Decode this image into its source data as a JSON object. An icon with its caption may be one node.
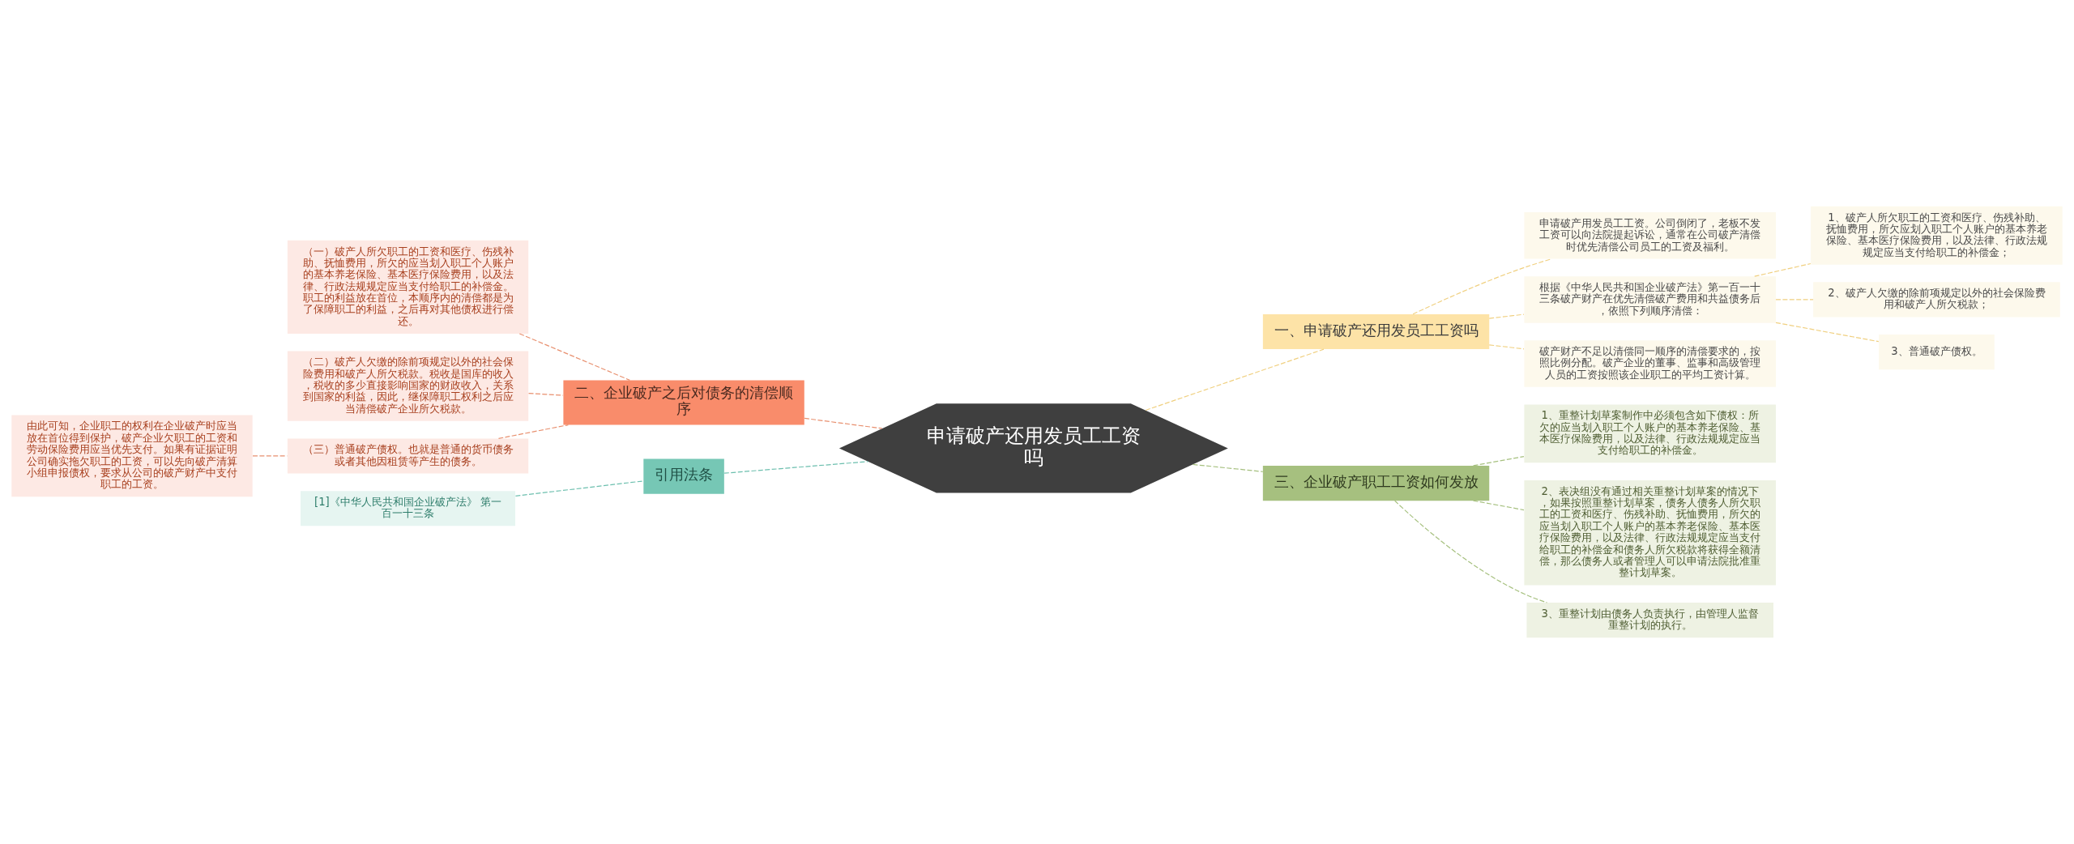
{
  "diagram": {
    "nodes": [
      {
        "text": [
          "申请破产还用发员工工资吗"
        ]
      },
      {
        "text": [
          "二、企业破产之后对债务的清偿顺序"
        ]
      },
      {
        "text": [
          "（一）破产人所欠职工的工资和医疗、伤残补助、抚恤费用，所欠的应当划入职工个人账户的基本养老保险、基本医疗保险费用，以及法律、行政法规规定应当支付给职工的补偿金。职工的利益放在首位，本顺序内的清偿都是为了保障职工的利益，之后再对其他债权进行偿还。"
        ]
      },
      {
        "text": [
          "（二）破产人欠缴的除前项规定以外的社会保险费用和破产人所欠税款。税收是国库的收入，税收的多少直接影响国家的财政收入，关系到国家的利益，因此，继保障职工权利之后应当清偿破产企业所欠税款。"
        ]
      },
      {
        "text": [
          "（三）普通破产债权。也就是普通的货币债务或者其他因租赁等产生的债务。"
        ]
      },
      {
        "text": [
          "由此可知，企业职工的权利在企业破产时应当放在首位得到保护，破产企业欠职工的工资和劳动保险费用应当优先支付。如果有证据证明公司确实拖欠职工的工资，可以先向破产清算小组申报债权，要求从公司的破产财产中支付职工的工资。"
        ]
      },
      {
        "text": [
          "引用法条"
        ]
      },
      {
        "text": [
          "[1]《中华人民共和国企业破产法》 第一百一十三条"
        ]
      },
      {
        "text": [
          "一、申请破产还用发员工工资吗"
        ]
      },
      {
        "text": [
          "申请破产用发员工工资。公司倒闭了，老板不发工资可以向法院提起诉讼，通常在公司破产清偿时优先清偿公司员工的工资及福利。"
        ]
      },
      {
        "text": [
          "根据《中华人民共和国企业破产法》第一百一十三条破产财产在优先清偿破产费用和共益债务后，依照下列顺序清偿："
        ]
      },
      {
        "text": [
          "1、破产人所欠职工的工资和医疗、伤残补助、抚恤费用，所欠应划入职工个人账户的基本养老保险、基本医疗保险费用，以及法律、行政法规规定应当支付给职工的补偿金；"
        ]
      },
      {
        "text": [
          "2、破产人欠缴的除前项规定以外的社会保险费用和破产人所欠税款；"
        ]
      },
      {
        "text": [
          "3、普通破产债权。"
        ]
      },
      {
        "text": [
          "破产财产不足以清偿同一顺序的清偿要求的，按照比例分配。破产企业的董事、监事和高级管理人员的工资按照该企业职工的平均工资计算。"
        ]
      },
      {
        "text": [
          "三、企业破产职工工资如何发放"
        ]
      },
      {
        "text": [
          "1、重整计划草案制作中必须包含如下债权：所欠的应当划入职工个人账户的基本养老保险、基本医疗保险费用，以及法律、行政法规规定应当支付给职工的补偿金。"
        ]
      },
      {
        "text": [
          "2、表决组没有通过相关重整计划草案的情况下，如果按照重整计划草案，债务人债务人所欠职工的工资和医疗、伤残补助、抚恤费用，所欠的应当划入职工个人账户的基本养老保险、基本医疗保险费用，以及法律、行政法规规定应当支付给职工的补偿金和债务人所欠税款将获得全额清偿，那么债务人或者管理人可以申请法院批准重整计划草案。"
        ]
      },
      {
        "text": [
          "3、重整计划由债务人负责执行，由管理人监督重整计划的执行。"
        ]
      }
    ],
    "edges": [
      {
        "from": 1,
        "to": 0,
        "arrow": "none",
        "style": "dashed",
        "color": "#e8906f"
      },
      {
        "from": 2,
        "to": 1,
        "arrow": "none",
        "style": "dashed",
        "color": "#e8906f"
      },
      {
        "from": 3,
        "to": 1,
        "arrow": "none",
        "style": "dashed",
        "color": "#e8906f"
      },
      {
        "from": 4,
        "to": 1,
        "arrow": "none",
        "style": "dashed",
        "color": "#e8906f"
      },
      {
        "from": 5,
        "to": 4,
        "arrow": "none",
        "style": "dashed",
        "color": "#e8906f"
      },
      {
        "from": 6,
        "to": 0,
        "arrow": "none",
        "style": "dashed",
        "color": "#6cbfae"
      },
      {
        "from": 7,
        "to": 6,
        "arrow": "none",
        "style": "dashed",
        "color": "#6cbfae"
      },
      {
        "from": 0,
        "to": 8,
        "arrow": "none",
        "style": "dashed"
      },
      {
        "from": 8,
        "to": 9,
        "arrow": "none",
        "style": "dashed"
      },
      {
        "from": 8,
        "to": 10,
        "arrow": "none",
        "style": "dashed"
      },
      {
        "from": 10,
        "to": 11,
        "arrow": "none",
        "style": "dashed"
      },
      {
        "from": 10,
        "to": 12,
        "arrow": "none",
        "style": "dashed"
      },
      {
        "from": 10,
        "to": 13,
        "arrow": "none",
        "style": "dashed"
      },
      {
        "from": 8,
        "to": 14,
        "arrow": "none",
        "style": "dashed"
      },
      {
        "from": 0,
        "to": 15,
        "arrow": "none",
        "style": "dashed",
        "color": "#a6c07f"
      },
      {
        "from": 15,
        "to": 16,
        "arrow": "none",
        "style": "dashed",
        "color": "#a6c07f"
      },
      {
        "from": 15,
        "to": 17,
        "arrow": "none",
        "style": "dashed",
        "color": "#a6c07f"
      },
      {
        "from": 15,
        "to": 18,
        "arrow": "none",
        "style": "dashed",
        "color": "#a6c07f"
      }
    ]
  }
}
